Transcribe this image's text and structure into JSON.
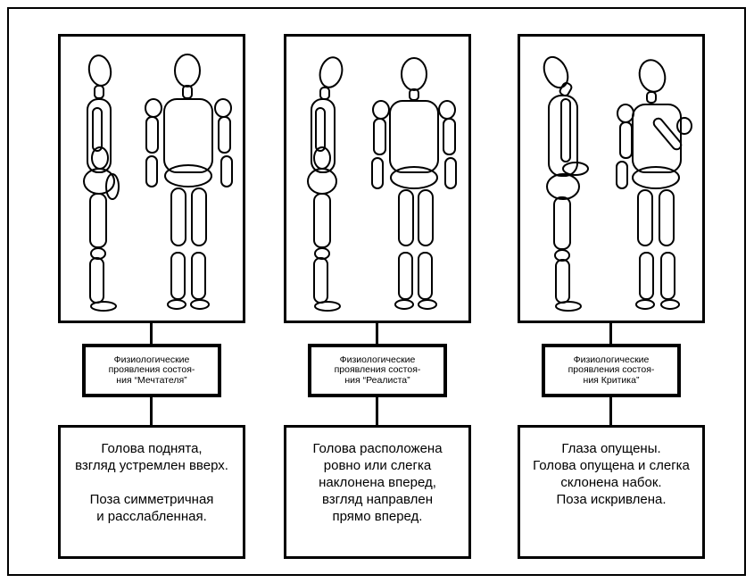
{
  "columns": [
    {
      "id": "dreamer",
      "label": "Физиологические\nпроявления состоя-\nния “Мечтателя”",
      "desc_lines": [
        "Голова поднята,",
        "взгляд устремлен вверх.",
        "",
        "Поза симметричная",
        "и расслабленная."
      ],
      "pose": "head-up"
    },
    {
      "id": "realist",
      "label": "Физиологические\nпроявления состоя-\nния “Реалиста”",
      "desc_lines": [
        "Голова расположена",
        "ровно или слегка",
        "наклонена вперед,",
        "взгляд направлен",
        "прямо вперед."
      ],
      "pose": "head-forward"
    },
    {
      "id": "critic",
      "label": "Физиологические\nпроявления состоя-\nния Критика”",
      "desc_lines": [
        "Глаза опущены.",
        "Голова опущена и слегка",
        "склонена набок.",
        "Поза искривлена."
      ],
      "pose": "head-down"
    }
  ]
}
